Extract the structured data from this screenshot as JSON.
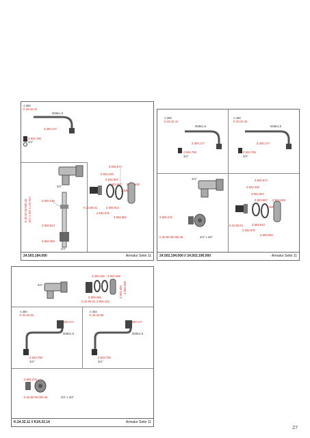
{
  "panel_a": {
    "footer_left": "24.503.184.000",
    "footer_right": "Armatur Seite 11",
    "spout": {
      "model": "A 308",
      "code": "K.33.42.41",
      "thread": "M38x1.5",
      "washer": "Z.200.177",
      "nut": "Z.534.706",
      "nut_size": "3/4\""
    },
    "valve_label": "3/4\"",
    "pipe": {
      "vertical": "K.33.02.06.000.45",
      "vertical2": "3/4\" x 3/4\" L=70 mm",
      "top": "Z.200.276",
      "mid": "Z.606.623",
      "bottom": "Z.592.350",
      "bottom_size": "3/4\""
    },
    "parts": {
      "p1": "Z.535.674",
      "p2": "Z.632.249",
      "p3": "Z.602.987",
      "p4": "Z.603.667",
      "p5": "Z.654.629",
      "p6": "Z.535.676",
      "p7": "K.32.80.01",
      "p8": "Z.605.913",
      "p9": "Z.535.675",
      "p10": "Z.605.952"
    }
  },
  "panel_b": {
    "footer_left": "24.502.194.000 // 24.502.196.000",
    "footer_right": "Armatur Seite 11",
    "spout1": {
      "model": "A 308",
      "code": "K.33.42.41",
      "thread": "M38x1.5",
      "washer": "Z.200.177",
      "nut": "Z.534.706",
      "nut_size": "3/4\""
    },
    "spout2": {
      "model": "A 408",
      "code": "K.33.42.43",
      "thread": "M38x1.5",
      "washer": "Z.200.177",
      "nut": "Z.534.706",
      "nut_size": "3/4\""
    },
    "valve_label": "3/4\"",
    "rosette": {
      "code": "Z.606.276",
      "fitting": "K.30.90.00.000.46",
      "fitting_size": "3/4\" x 3/4\""
    },
    "parts": {
      "p1": "Z.535.674",
      "p2": "Z.632.249",
      "p3": "Z.602.987",
      "p4": "Z.603.667",
      "p5": "Z.654.629",
      "p6": "Z.535.676",
      "p7": "K.32.80.01",
      "p8": "Z.605.913",
      "p9": "Z.535.675",
      "p10": "Z.605.952"
    }
  },
  "panel_c": {
    "footer_left": "K.24.32.11 // K24.32.14",
    "footer_right": "Armatur Seite 11",
    "valve_label": "3/4\"",
    "parts": {
      "p1": "Z.200.180",
      "p2": "Z.603.459",
      "p3": "Z.606.455",
      "p4": "K.32.90.01",
      "p5": "Z.606.422",
      "p6": "Z.605.365",
      "p7": "Z.606.338"
    },
    "spout1": {
      "model": "A 300",
      "code": "K.33.42.54",
      "thread": "M38x1.5",
      "washer": "Z.200.177",
      "nut": "Z.534.706",
      "nut_size": "3/4\""
    },
    "spout2": {
      "model": "A 454",
      "code": "K.33.42.56",
      "thread": "M38x1.5",
      "washer": "Z.200.177",
      "nut": "Z.534.706",
      "nut_size": "3/4\""
    },
    "rosette": {
      "code": "Z.606.276",
      "fitting": "K.30.90.00.000.46",
      "fitting_size": "3/4\" x 3/4\""
    }
  },
  "page_number": "27"
}
